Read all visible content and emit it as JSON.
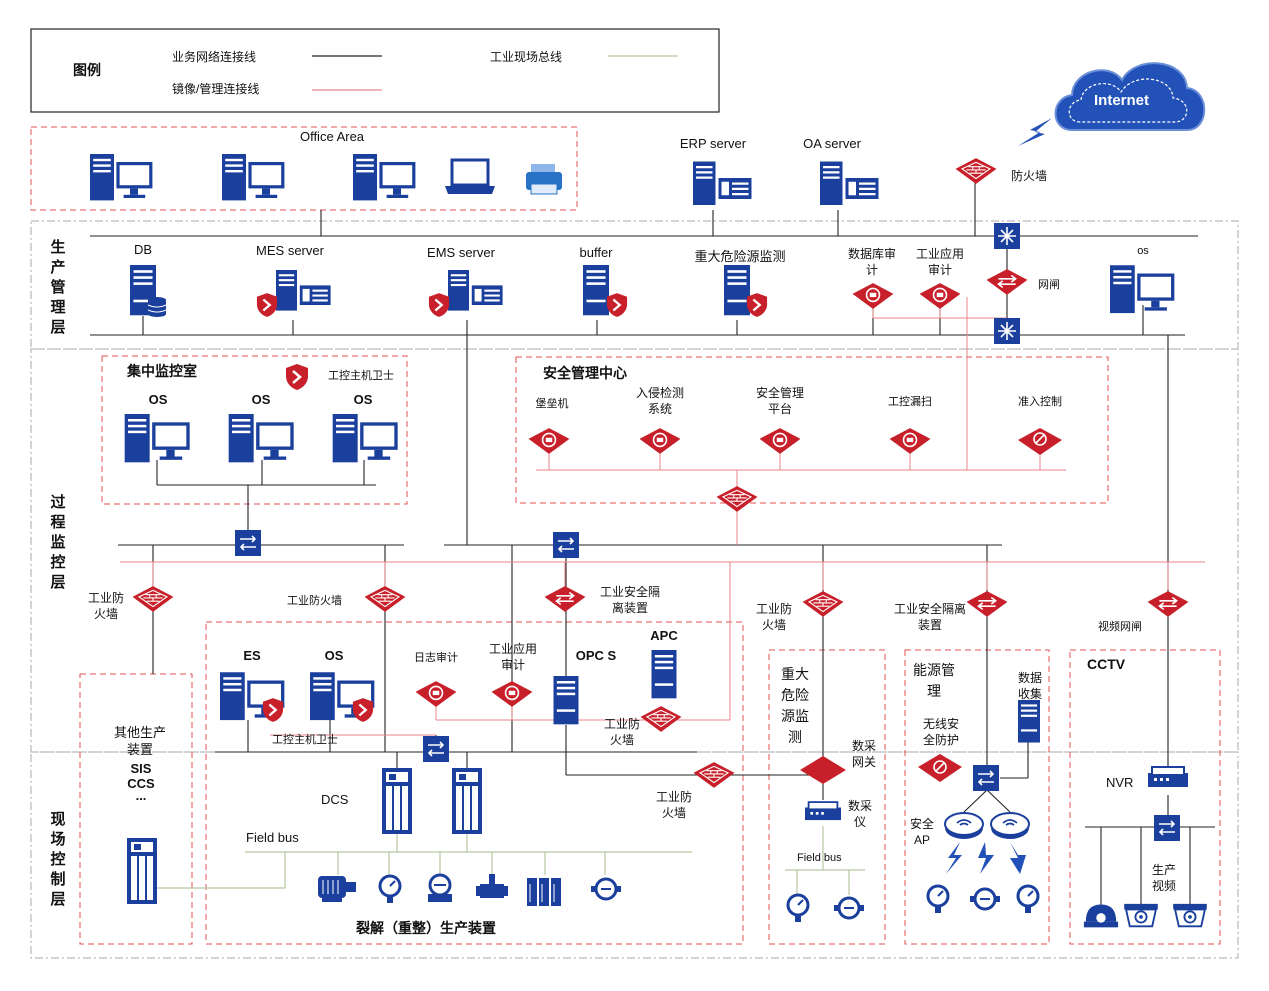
{
  "legend": {
    "title": "图例",
    "business_line": "业务网络连接线",
    "mirror_line": "镜像/管理连接线",
    "fieldbus_line": "工业现场总线"
  },
  "colors": {
    "business": "#222222",
    "mirror": "#e8868a",
    "fieldbus": "#b8c7a0",
    "zone": "#e05050",
    "layer": "#aaaaaa",
    "device": "#1a3f9c",
    "security": "#c8202a",
    "cloud": "#2251b8"
  },
  "internet": "Internet",
  "layers": {
    "production_mgmt": "生产管理层",
    "process_monitor": "过程监控层",
    "field_control": "现场控制层"
  },
  "office": {
    "title": "Office Area"
  },
  "top_servers": {
    "erp": "ERP server",
    "oa": "OA server",
    "firewall": "防火墙"
  },
  "mgmt": {
    "db": "DB",
    "mes": "MES server",
    "ems": "EMS server",
    "buffer": "buffer",
    "hazard_monitor": "重大危险源监测",
    "db_audit": "数据库审计",
    "app_audit": "工业应用审计",
    "gateway": "网闸",
    "os": "os"
  },
  "control_room": {
    "title": "集中监控室",
    "guard": "工控主机卫士",
    "os1": "OS",
    "os2": "OS",
    "os3": "OS"
  },
  "soc": {
    "title": "安全管理中心",
    "bastion": "堡垒机",
    "ids": "入侵检测系统",
    "platform": "安全管理平台",
    "scanner": "工控漏扫",
    "nac": "准入控制"
  },
  "process": {
    "fw_left": "工业防火墙",
    "fw_mid": "工业防火墙",
    "isolation": "工业安全隔离装置",
    "fw_hazard": "工业防火墙",
    "isolation_energy": "工业安全隔离装置",
    "video_gateway": "视频网闸"
  },
  "cracking": {
    "es": "ES",
    "os": "OS",
    "log_audit": "日志审计",
    "app_audit": "工业应用审计",
    "opcs": "OPC S",
    "apc": "APC",
    "fw_apc": "工业防火墙",
    "guard": "工控主机卫士",
    "dcs": "DCS",
    "fieldbus": "Field bus",
    "fw_field": "工业防火墙",
    "title": "裂解（重整）生产装置"
  },
  "other": {
    "title": "其他生产装置",
    "sis": "SIS",
    "ccs": "CCS",
    "more": "..."
  },
  "hazard": {
    "title": "重大危险源监测",
    "gateway": "数采网关",
    "meter": "数采仪",
    "fieldbus": "Field bus"
  },
  "energy": {
    "title": "能源管理",
    "collect": "数据收集",
    "wips": "无线安全防护",
    "ap": "安全AP"
  },
  "cctv": {
    "title": "CCTV",
    "nvr": "NVR",
    "video": "生产视频"
  }
}
